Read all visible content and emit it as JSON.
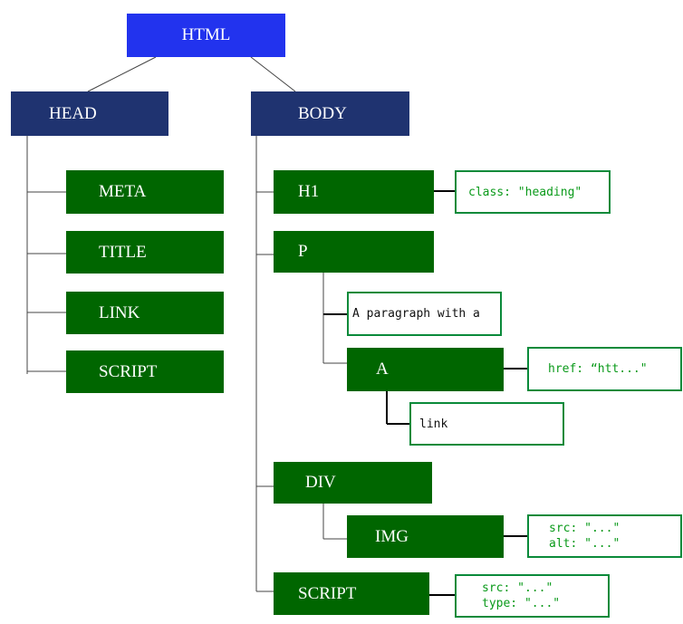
{
  "nodes": {
    "html": "HTML",
    "head": "HEAD",
    "body": "BODY",
    "meta": "META",
    "title": "TITLE",
    "link": "LINK",
    "script_head": "SCRIPT",
    "h1": "H1",
    "p": "P",
    "a": "A",
    "div": "DIV",
    "img": "IMG",
    "script_body": "SCRIPT"
  },
  "text_nodes": {
    "paragraph": "A paragraph with a",
    "link_text": "link"
  },
  "attributes": {
    "h1_class": "class: \"heading\"",
    "a_href": "href: “htt...\"",
    "img_src": "src: \"...\"",
    "img_alt": "alt: \"...\"",
    "script_src": "src: \"...\"",
    "script_type": "type: \"...\""
  },
  "colors": {
    "root": "#2233ee",
    "section": "#1f3370",
    "element": "#006600",
    "attribute_border": "#0a8a3a",
    "attribute_text": "#0a9a1a"
  }
}
